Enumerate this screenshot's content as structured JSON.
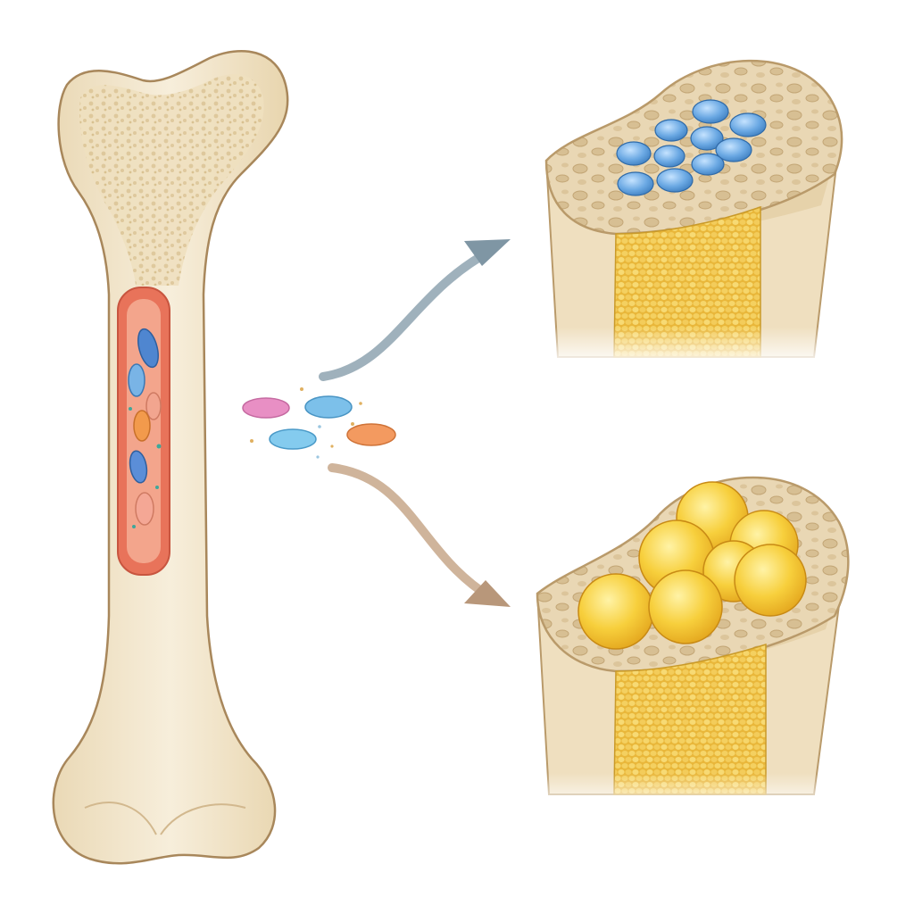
{
  "diagram": {
    "labels": [],
    "colors": {
      "background": "#ffffff",
      "bone_fill": "#f4e8cf",
      "bone_outline": "#a8875b",
      "spongy_bone": "#e9d6ae",
      "marrow_red": "#e8735a",
      "marrow_red_inner": "#f3a58c",
      "cell_blue": "#6fa8dc",
      "cell_orange": "#f0a05a",
      "cell_pink": "#e58fb8",
      "fat_yellow": "#f6c93a",
      "yellow_marrow": "#f2cf5e",
      "arrow_blue_gray": "#8ea3b0",
      "arrow_tan": "#c7a789"
    },
    "elements": {
      "source": "long-bone-with-red-marrow",
      "released_cells": "mixed-stem-cells",
      "upper_outcome": "bone-section-with-blue-cells",
      "lower_outcome": "bone-section-with-yellow-fat-cells"
    }
  }
}
